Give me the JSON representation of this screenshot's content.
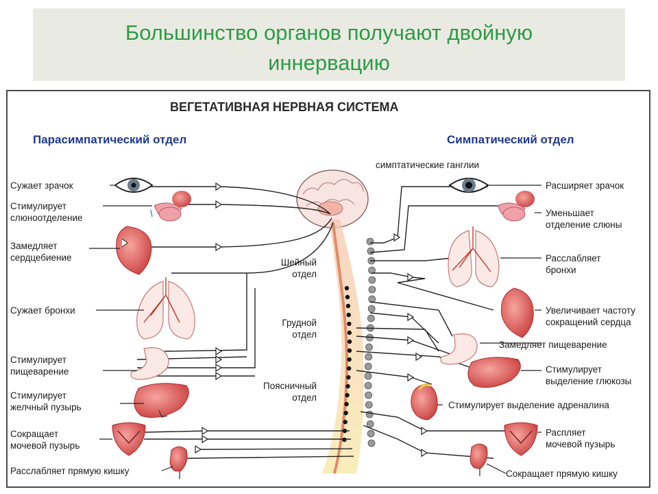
{
  "slide": {
    "title_line1": "Большинство органов получают двойную",
    "title_line2": "иннервацию"
  },
  "diagram": {
    "heading": "ВЕГЕТАТИВНАЯ НЕРВНАЯ СИСТЕМА",
    "parasympathetic_header": "Парасимпатический отдел",
    "sympathetic_header": "Симпатический отдел",
    "ganglia_label": "симптатические ганглии",
    "spine_sections": {
      "cervical": [
        "Шейный",
        "отдел"
      ],
      "thoracic": [
        "Грудной",
        "отдел"
      ],
      "lumbar": [
        "Поясничный",
        "отдел"
      ]
    },
    "left_effects": [
      [
        "Сужает зрачок"
      ],
      [
        "Стимулирует",
        "слюноотделение"
      ],
      [
        "Замедляет",
        "сердцебиение"
      ],
      [
        "Сужает бронхи"
      ],
      [
        "Стимулирует",
        "пищеварение"
      ],
      [
        "Стимулирует",
        "желчный пузырь"
      ],
      [
        "Сокращает",
        "мочевой пузырь"
      ],
      [
        "Расслабляет прямую кишку"
      ]
    ],
    "right_effects": [
      [
        "Расширяет зрачок"
      ],
      [
        "Уменьшает",
        "отделение слюны"
      ],
      [
        "Расслабляет",
        "бронхи"
      ],
      [
        "Увеличивает частоту",
        "сокращений сердца"
      ],
      [
        "Замедляет пищеварение"
      ],
      [
        "Стимулирует",
        "выделение глюкозы"
      ],
      [
        "Стимулирует выделение адреналина"
      ],
      [
        "Распляет",
        "мочевой пузырь"
      ],
      [
        "Сокращает прямую кишку"
      ]
    ],
    "colors": {
      "title": "#2f9a45",
      "header_blue": "#1f3a8a",
      "organ_red": "#d9534f",
      "nerve": "#222222",
      "spine": "#f0b89a",
      "ganglia": "#9a9a9a"
    }
  }
}
